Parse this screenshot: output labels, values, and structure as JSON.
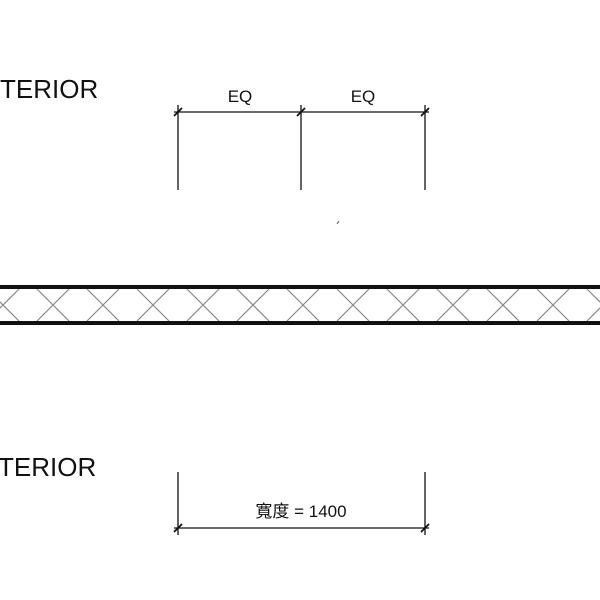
{
  "labels": {
    "top_side": "TERIOR",
    "bottom_side": "TERIOR"
  },
  "dimensions": {
    "top": {
      "segments": [
        "EQ",
        "EQ"
      ]
    },
    "bottom": {
      "text": "寬度 = 1400"
    }
  },
  "colors": {
    "line": "#111111",
    "hatch": "#888888"
  }
}
